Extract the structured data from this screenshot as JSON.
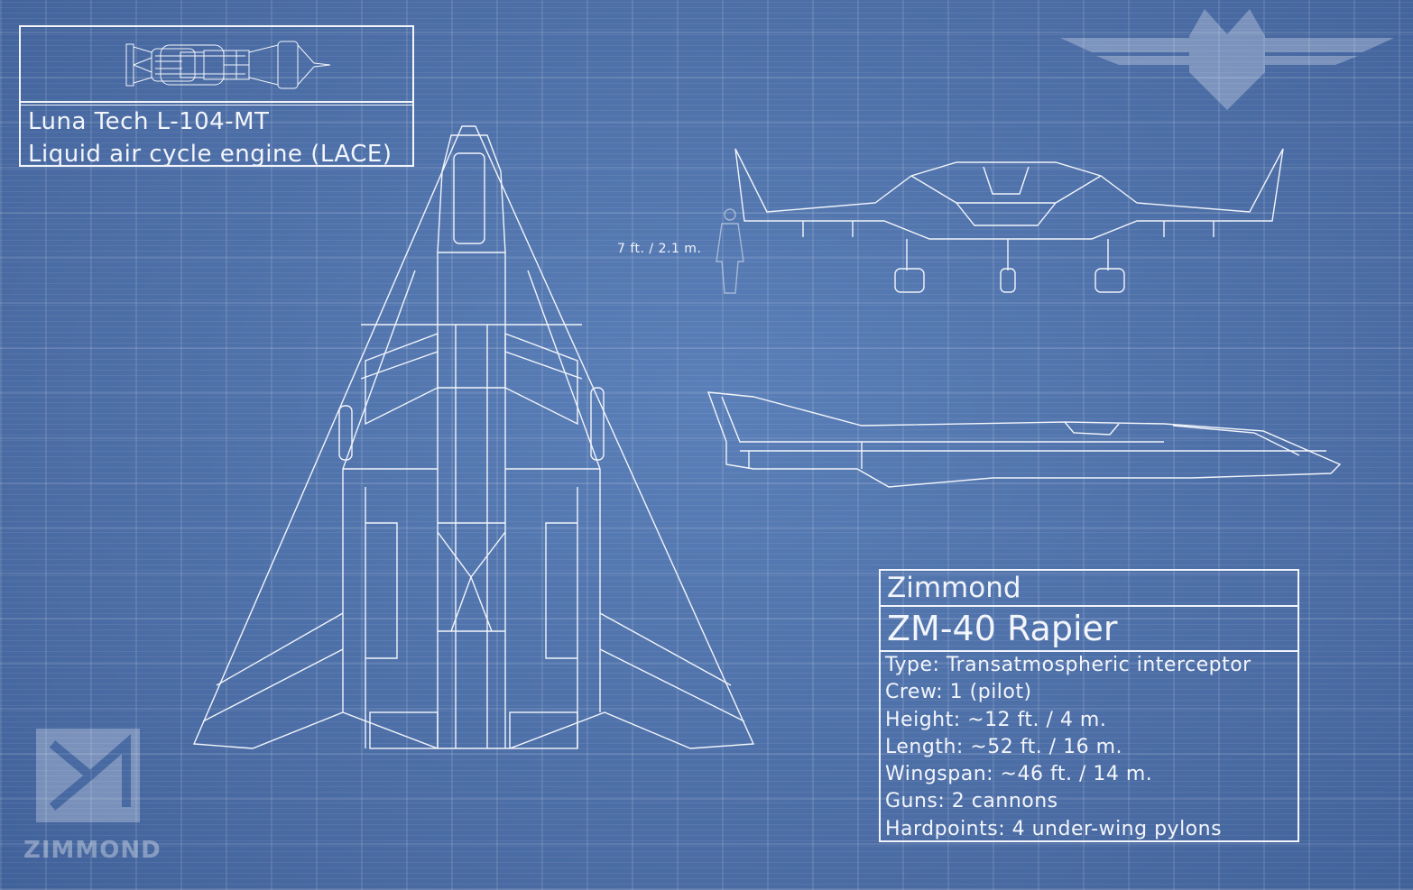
{
  "engine": {
    "name": "Luna Tech L-104-MT",
    "description": "Liquid air cycle engine (LACE)"
  },
  "scale_figure": {
    "label": "7 ft. / 2.1 m."
  },
  "specs": {
    "manufacturer": "Zimmond",
    "model": "ZM-40 Rapier",
    "lines": [
      "Type: Transatmospheric interceptor",
      "Crew: 1 (pilot)",
      "Height: ~12 ft. / 4 m.",
      "Length: ~52 ft. / 16 m.",
      "Wingspan: ~46 ft. / 14 m.",
      "Guns: 2 cannons",
      "Hardpoints: 4 under-wing pylons"
    ]
  },
  "branding": {
    "wordmark": "ZIMMOND",
    "emblem": "winged-fox-emblem"
  },
  "colors": {
    "background": "#4d70a9",
    "line": "#f2f5fb"
  }
}
